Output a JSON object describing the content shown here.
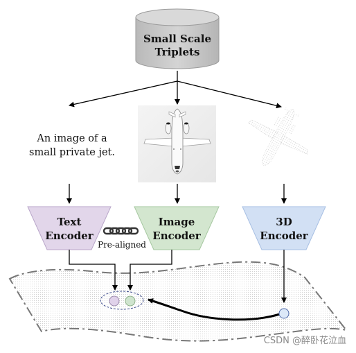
{
  "storage": {
    "line1": "Small Scale",
    "line2": "Triplets"
  },
  "inputs": {
    "text_line1": "An image of a",
    "text_line2": "small private jet."
  },
  "encoders": {
    "text": {
      "line1": "Text",
      "line2": "Encoder"
    },
    "image": {
      "line1": "Image",
      "line2": "Encoder"
    },
    "threed": {
      "line1": "3D",
      "line2": "Encoder"
    }
  },
  "pre_aligned_label": "Pre-aligned",
  "watermark": "CSDN @醉卧花泣血",
  "colors": {
    "text_encoder": "#e2d6ea",
    "image_encoder": "#d3e6cf",
    "threed_encoder": "#d2e0f4",
    "text_dot": "#e0d2ea",
    "image_dot": "#cfe4ce",
    "threed_dot": "#dce8f8",
    "cylinder": "#c8c8c8"
  }
}
